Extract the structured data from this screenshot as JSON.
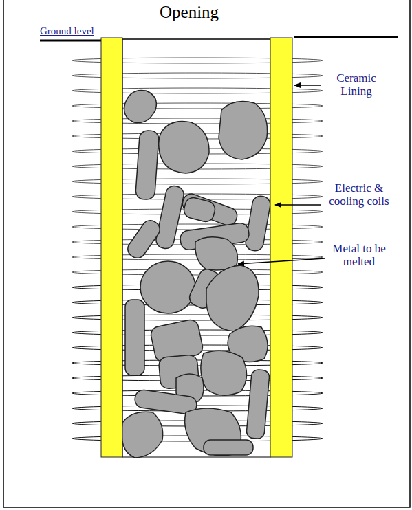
{
  "diagram": {
    "labels": [
      "Opening",
      "Ground level",
      "Ceramic Lining",
      "Electric & cooling coils",
      "Metal to be melted"
    ]
  }
}
